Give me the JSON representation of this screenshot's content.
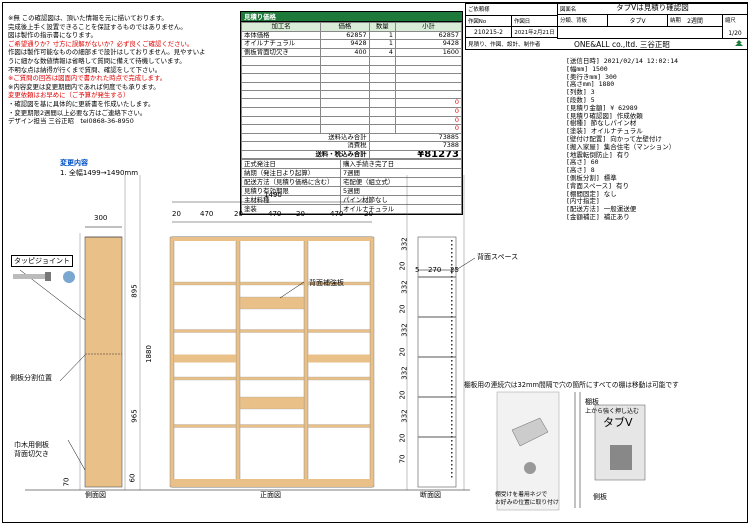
{
  "notes": [
    {
      "text": "※無 この確認図は、頂いた情報を元に描いております。",
      "red": false
    },
    {
      "text": "完成後上手く設置できることを保証するものではありません。",
      "red": false
    },
    {
      "text": "図は製作の指示書になります。",
      "red": false
    },
    {
      "text": "ご希望通りか？寸方に誤解がないか？必ず良くご確認ください。",
      "red": true
    },
    {
      "text": "作図は製作可能なものの細部まで設計はしておりません。見やすいよ",
      "red": false
    },
    {
      "text": "うに細かな数値情報は省略して質問に備えて待機しています。",
      "red": false
    },
    {
      "text": "不明な点は納得が行くまで質問、確認をして下さい。",
      "red": false
    },
    {
      "text": "※ご質問の回答は図面内で書かれた時点で完成します。",
      "red": true
    },
    {
      "text": "※内容変更は変更期間内であれば何度でも承ります。",
      "red": false
    },
    {
      "text": "変更依頼はお早めに（ご予算が発生する）",
      "red": true
    },
    {
      "text": "・確認図を基に具体的に更新書を作成いたします。",
      "red": false
    },
    {
      "text": "・変更期限2週間以上必要な方はご連絡下さい。",
      "red": false
    },
    {
      "text": "デザイン担当 三谷正昭　tel0868-36-8950",
      "red": false
    }
  ],
  "estimate": {
    "title": "見積り価格",
    "col_headers": [
      "加工名",
      "価格",
      "数量",
      "小計"
    ],
    "rows": [
      [
        "本体価格",
        "62857",
        "1",
        "62857"
      ],
      [
        "オイルナチュラル",
        "9428",
        "1",
        "9428"
      ],
      [
        "側板背面切欠き",
        "400",
        "4",
        "1600"
      ],
      [
        "",
        "",
        "",
        ""
      ],
      [
        "",
        "",
        "",
        ""
      ],
      [
        "",
        "",
        "",
        ""
      ],
      [
        "",
        "",
        "",
        ""
      ],
      [
        "",
        "",
        "",
        ""
      ],
      [
        "",
        "",
        "",
        "0"
      ],
      [
        "",
        "",
        "",
        "0"
      ],
      [
        "",
        "",
        "",
        "0"
      ],
      [
        "",
        "",
        "",
        "0"
      ]
    ],
    "subtotal_label": "送料込み合計",
    "subtotal_value": "73885",
    "tax_label": "消費税",
    "tax_value": "7388",
    "total_label": "送料・税込み合計",
    "total_value": "¥81273"
  },
  "order_info": [
    [
      "正式発注日",
      "購入手続き完了日"
    ],
    [
      "納期（発注日より起算）",
      "7週間"
    ],
    [
      "配送方法（見積り価格に含む）",
      "宅配便（組立式）"
    ],
    [
      "見積り有効期限",
      "5週間"
    ],
    [
      "主材料種",
      "パイン材節なし"
    ],
    [
      "塗装",
      "オイルナチュラル"
    ]
  ],
  "title_block": {
    "request_label": "ご依頼様",
    "drawing_name_label": "図面名",
    "drawing_name": "タブVは見積り確認図",
    "work_no_label": "作図No",
    "work_no": "210215-2",
    "date_label": "作図日",
    "date": "2021年2月21日",
    "class_label": "分類、背板",
    "class_value": "タブV",
    "period_label": "納期",
    "period_value": "2週間",
    "scale_label": "縮尺",
    "scale_value": "1/20",
    "note": "見積り、作図、設計、制作者",
    "company": "ONE&ALL co.,ltd. 三谷正昭"
  },
  "spec_lines": [
    "[送信日時] 2021/02/14 12:02:14",
    "[幅mm] 1500",
    "[奥行きmm] 300",
    "[高さmm] 1880",
    "[列数] 3",
    "[段数] 5",
    "[見積り金額] ¥ 62989",
    "[見積り確認図] 作成依頼",
    "[樹種] 節なしパイン材",
    "[塗装] オイルナチュラル",
    "[壁付け配置] 向かって左壁付け",
    "[搬入家屋] 集合住宅（マンション）",
    "[地震転倒防止] 有り",
    "[高さ] 60",
    "[高さ] 8",
    "[側板分割] 標準",
    "[背面スペース] 有り",
    "[棚間固定] なし",
    "[内寸指定]",
    "[配送方法] 一般運送便",
    "[金額補正] 補正あり"
  ],
  "change": {
    "title": "変更内容",
    "line": "1. 全幅1499→1490mm"
  },
  "labels": {
    "tabbyjoint": "タッピジョイント",
    "side_split": "側板分割位置",
    "baseboard": "巾木用側板",
    "baseboard2": "背面切欠き",
    "back_rib": "背面補強板",
    "back_space": "背面スペース",
    "shelf_note": "棚板用の連続穴は32mm間隔で穴の箇所にすべての棚は移動は可能です",
    "shelf": "棚板",
    "shelf_sub": "上から強く押し込む",
    "tabv": "タブV",
    "sideboard": "側板",
    "hole_note1": "棚受けを着用ネジで",
    "hole_note2": "お好みの位置に取り付け",
    "side_view": "側面図",
    "front_view": "正面図",
    "section_view": "断面図"
  },
  "dims": {
    "side_width": "300",
    "front_width": "1490",
    "column_widths": [
      "20",
      "470",
      "20",
      "470",
      "20",
      "470",
      "20"
    ],
    "side_heights": [
      "895",
      "1880",
      "965",
      "60",
      "70"
    ],
    "section_width": [
      "5",
      "270",
      "25"
    ],
    "section_heights": [
      "332",
      "20",
      "332",
      "20",
      "332",
      "20",
      "332",
      "20",
      "332",
      "20",
      "70"
    ]
  }
}
